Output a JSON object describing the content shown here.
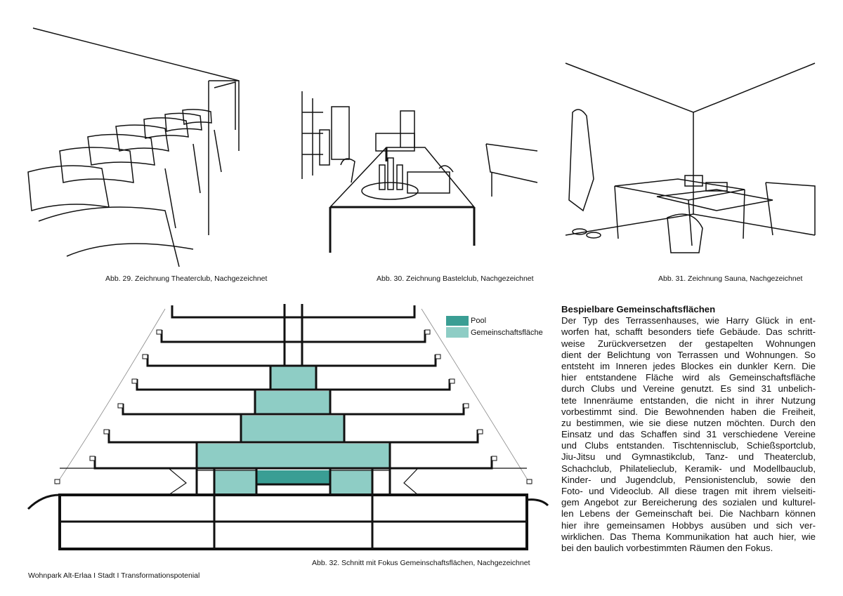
{
  "captions": {
    "fig29": "Abb. 29. Zeichnung Theaterclub, Nachgezeichnet",
    "fig30": "Abb. 30. Zeichnung Bastelclub, Nachgezeichnet",
    "fig31": "Abb. 31. Zeichnung Sauna, Nachgezeichnet",
    "fig32": "Abb. 32. Schnitt mit Fokus Gemeinschaftsflächen, Nachgezeichnet"
  },
  "legend": {
    "pool": "Pool",
    "community": "Gemeinschaftsfläche",
    "pool_color": "#3a9e94",
    "community_color": "#8ecdc5"
  },
  "article": {
    "heading": "Bespielbare Gemeinschaftsflächen",
    "lines": [
      "Der Typ des Terrassenhauses, wie Harry Glück in ent-",
      "worfen hat, schafft besonders tiefe Gebäude. Das schritt-",
      "weise Zurückversetzen der gestapelten Wohnungen",
      "dient der Belichtung von Terrassen und Wohnungen. So",
      "entsteht im Inneren jedes Blockes ein dunkler Kern. Die",
      "hier entstandene Fläche wird als Gemeinschaftsfläche",
      "durch Clubs und Vereine genutzt. Es sind 31 unbelich-",
      "tete Innenräume entstanden, die nicht in ihrer Nutzung",
      "vorbestimmt sind. Die Bewohnenden haben die Freiheit,",
      "zu bestimmen, wie sie diese nutzen möchten. Durch den",
      "Einsatz und das Schaffen sind 31 verschiedene Vereine",
      "und Clubs entstanden. Tischtennisclub, Schießsportclub,",
      "Jiu-Jitsu und Gymnastikclub, Tanz- und Theaterclub,",
      "Schachclub, Philatelieclub, Keramik- und Modellbauclub,",
      "Kinder- und Jugendclub, Pensionistenclub, sowie den",
      "Foto- und Videoclub. All diese tragen mit ihrem vielseiti-",
      "gem Angebot zur Bereicherung des sozialen und kulturel-",
      "len Lebens der Gemeinschaft bei. Die Nachbarn können",
      "hier ihre gemeinsamen Hobbys ausüben und sich ver-",
      "wirklichen. Das Thema Kommunikation hat auch hier, wie",
      "bei den baulich vorbestimmten Räumen den Fokus."
    ]
  },
  "footer": "Wohnpark Alt-Erlaa I Stadt I Transformationspotenial"
}
